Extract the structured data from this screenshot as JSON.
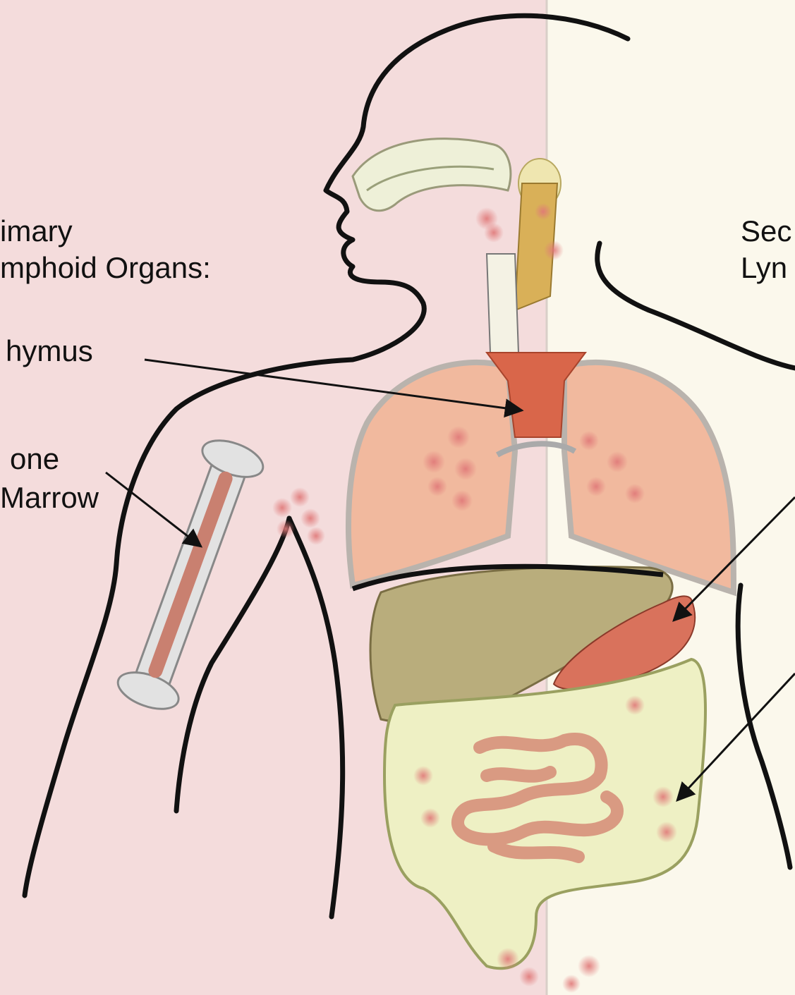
{
  "labels": {
    "primary_line1": "imary",
    "primary_line2": "mphoid Organs:",
    "thymus": "hymus",
    "bone_line1": "one",
    "bone_line2": "Marrow",
    "secondary_line1": "Sec",
    "secondary_line2": "Lyn"
  },
  "colors": {
    "left_panel": "#f4dcdc",
    "right_panel": "#fbf8ec",
    "divider": "#d9cfc8",
    "outline": "#111111",
    "lung": "#f1b99e",
    "lung_border": "#b9b3ad",
    "thymus": "#d9664a",
    "liver": "#b9ad7c",
    "spleen": "#d9725c",
    "intestine_small": "#d99a82",
    "colon": "#eef0c4",
    "lymph_dot": "#e58a8a",
    "bone": "#e2e2e2",
    "marrow": "#c98070",
    "throat": "#d9b058"
  }
}
